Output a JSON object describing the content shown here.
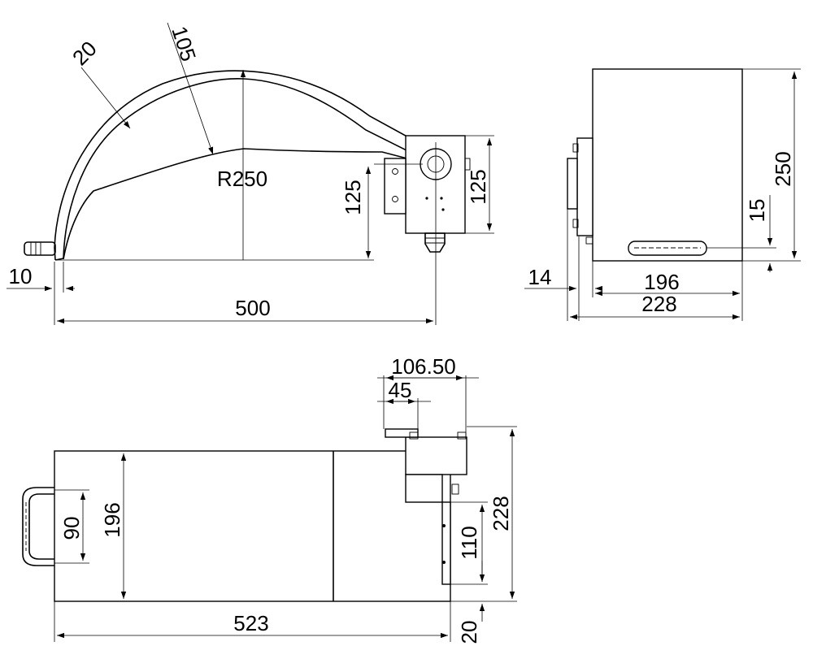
{
  "side_view": {
    "dim_10": "10",
    "dim_500": "500",
    "dim_r250": "R250",
    "dim_20": "20",
    "dim_105": "105",
    "dim_125_left": "125",
    "dim_125_right": "125"
  },
  "end_view": {
    "dim_250": "250",
    "dim_15": "15",
    "dim_14": "14",
    "dim_196": "196",
    "dim_228": "228"
  },
  "top_view": {
    "dim_106_50": "106.50",
    "dim_45": "45",
    "dim_90": "90",
    "dim_196": "196",
    "dim_110": "110",
    "dim_228": "228",
    "dim_523": "523",
    "dim_20": "20"
  }
}
